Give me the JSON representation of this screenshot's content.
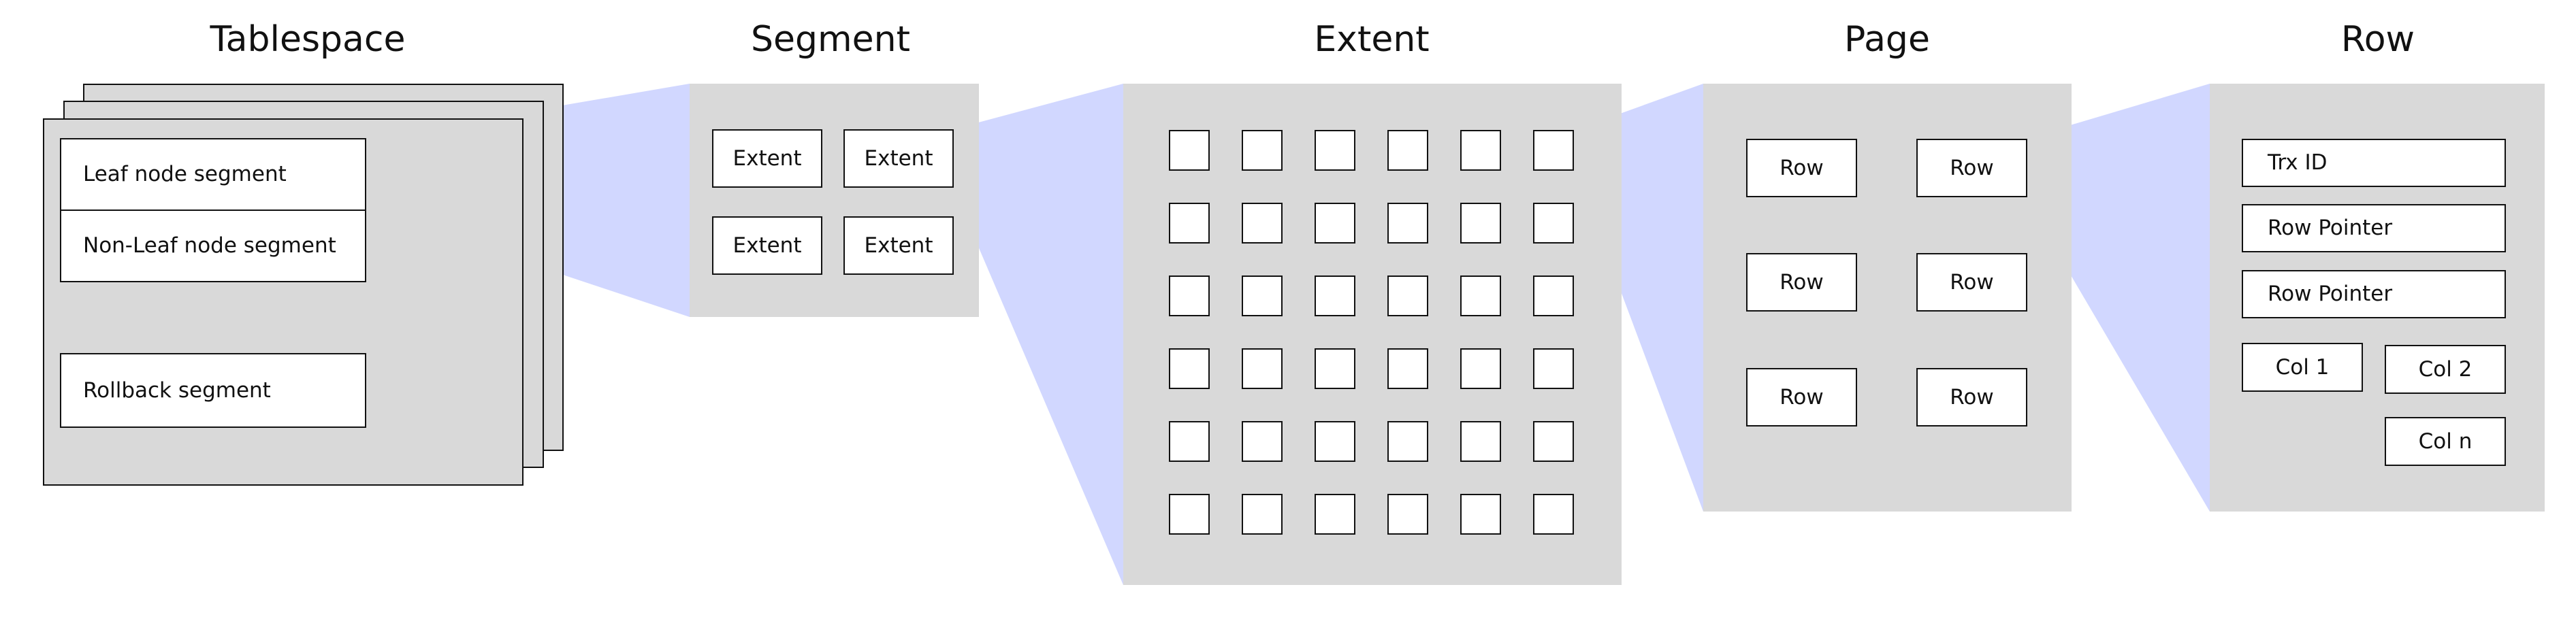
{
  "diagram": {
    "stage_titles": {
      "tablespace": "Tablespace",
      "segment": "Segment",
      "extent": "Extent",
      "page": "Page",
      "row": "Row"
    },
    "tablespace": {
      "leaf": "Leaf node segment",
      "nonleaf": "Non-Leaf node segment",
      "rollback": "Rollback segment"
    },
    "segment": {
      "items": [
        "Extent",
        "Extent",
        "Extent",
        "Extent"
      ]
    },
    "extent": {
      "rows": 6,
      "cols": 6
    },
    "page": {
      "items": [
        "Row",
        "Row",
        "Row",
        "Row",
        "Row",
        "Row"
      ]
    },
    "row": {
      "trx_id": "Trx ID",
      "row_pointer_1": "Row Pointer",
      "row_pointer_2": "Row Pointer",
      "col_1": "Col 1",
      "col_2": "Col 2",
      "col_n": "Col n"
    },
    "colors": {
      "panel": "#d9d9d9",
      "zoom_connector": "#9aa6ff",
      "border": "#111111"
    }
  }
}
